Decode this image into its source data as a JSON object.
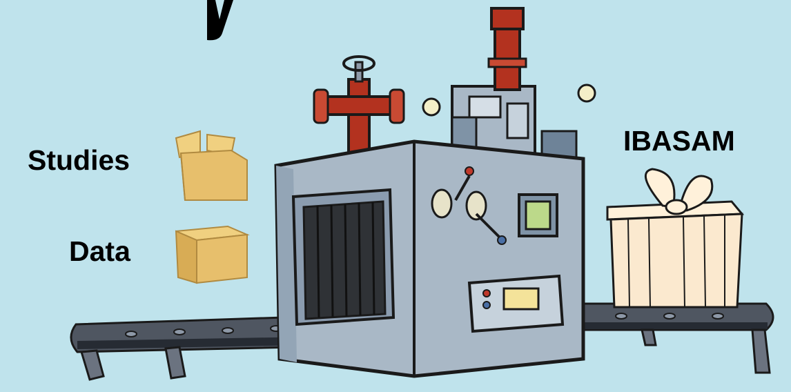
{
  "labels": {
    "studies": "Studies",
    "data": "Data",
    "output": "IBASAM"
  },
  "colors": {
    "background": "#bfe3ec",
    "machine_body": "#a9b8c6",
    "machine_dark": "#7f93a6",
    "pipe_red": "#b3321f",
    "box_cardboard": "#e7bf6c",
    "gift": "#fbe9cf",
    "conveyor": "#555c68",
    "screen_green": "#bcd98a"
  },
  "icons": {
    "machine": "factory-machine-icon",
    "input_box_1": "cardboard-box-icon",
    "input_box_2": "cardboard-box-icon",
    "output_gift": "gift-box-icon",
    "conveyor": "conveyor-belt-icon"
  }
}
